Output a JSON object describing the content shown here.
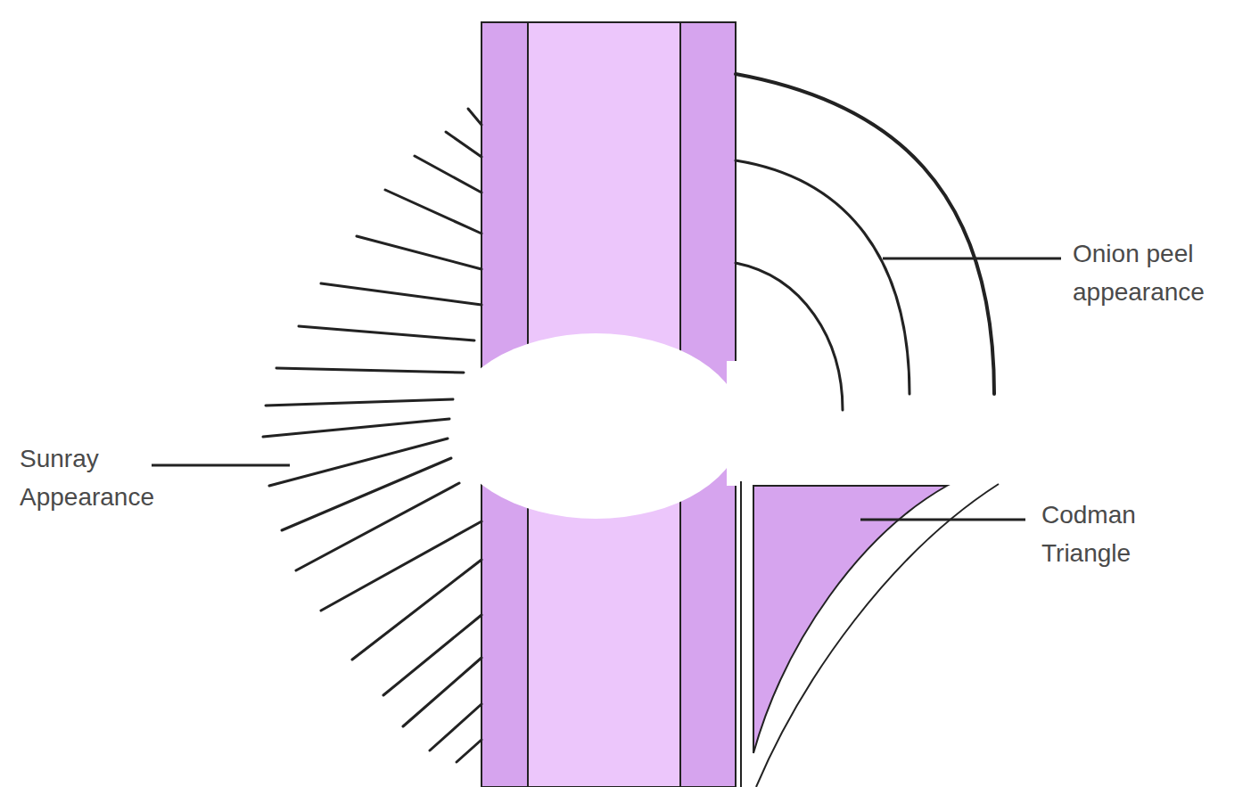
{
  "diagram": {
    "labels": [
      "Sunray Appearance",
      "Onion peel appearance",
      "Codman Triangle"
    ]
  }
}
